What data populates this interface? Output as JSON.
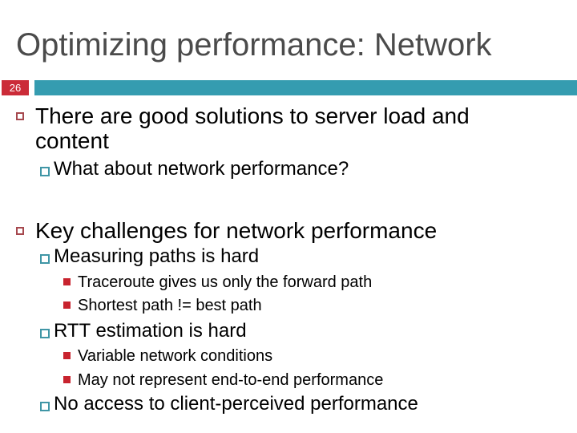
{
  "slide": {
    "title": "Optimizing performance: Network",
    "page_number": "26",
    "colors": {
      "title_text": "#4b4b4b",
      "page_badge_red": "#cb2b38",
      "accent_bar_teal": "#359cb0",
      "level1_bullet_red": "#a6484e",
      "level2_bullet_teal": "#4096a6",
      "level3_bullet_red": "#c8232e",
      "body_text": "#000000",
      "background": "#ffffff"
    },
    "icons": {
      "level1": "open-square-bullet",
      "level2": "open-square-bullet",
      "level3": "filled-square-bullet"
    }
  },
  "bullets": [
    {
      "level": 1,
      "text": "There are good solutions to server load and content"
    },
    {
      "level": 2,
      "text": "What about network performance?"
    },
    {
      "level": 1,
      "text": "Key challenges for network performance"
    },
    {
      "level": 2,
      "text": "Measuring paths is hard"
    },
    {
      "level": 3,
      "text": "Traceroute gives us only the forward path"
    },
    {
      "level": 3,
      "text": "Shortest path != best path"
    },
    {
      "level": 2,
      "text": "RTT estimation is hard"
    },
    {
      "level": 3,
      "text": "Variable network conditions"
    },
    {
      "level": 3,
      "text": "May not represent end-to-end performance"
    },
    {
      "level": 2,
      "text": "No access to client-perceived performance"
    }
  ]
}
